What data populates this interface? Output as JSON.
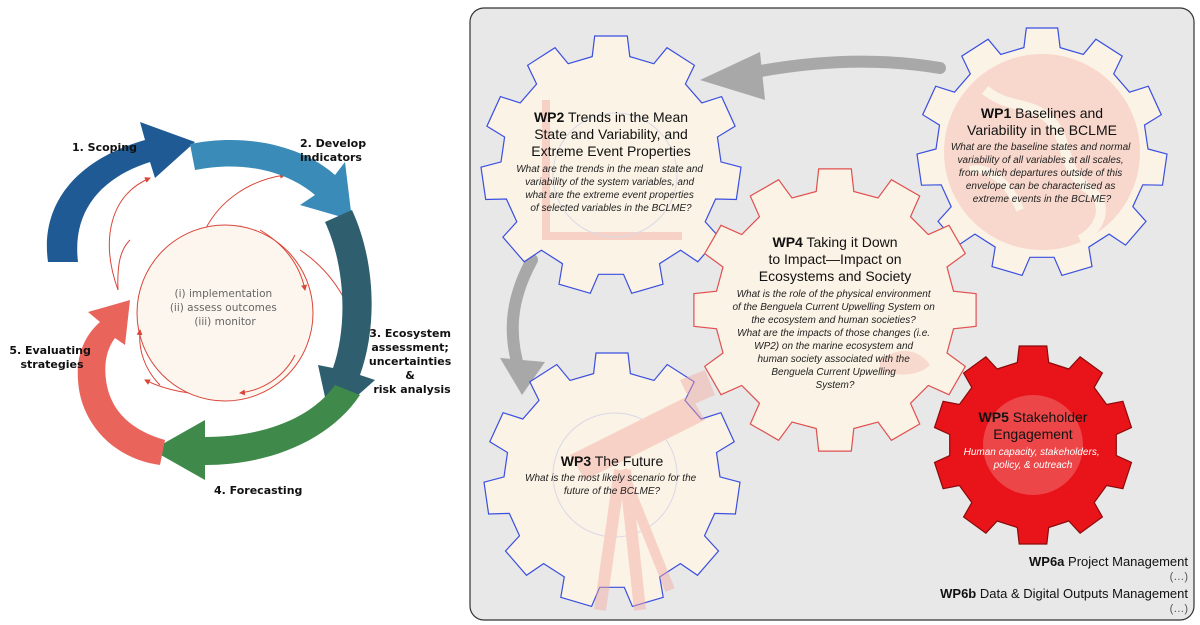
{
  "cycle": {
    "steps": [
      {
        "lines": [
          "1. Scoping"
        ]
      },
      {
        "lines": [
          "2. Develop",
          "indicators"
        ]
      },
      {
        "lines": [
          "3. Ecosystem",
          "assessment;",
          "uncertainties",
          "&",
          "risk analysis"
        ]
      },
      {
        "lines": [
          "4. Forecasting"
        ]
      },
      {
        "lines": [
          "5. Evaluating",
          "strategies"
        ]
      }
    ],
    "inner_lines": [
      "(i) implementation",
      "(ii) assess outcomes",
      "(iii) monitor"
    ],
    "colors": {
      "scoping": "#1f5a94",
      "indicators": "#3a8bb8",
      "assessment": "#2f5e6e",
      "forecasting": "#3f8a4a",
      "evaluating": "#e9655c",
      "inner_lines": "#d9463a"
    }
  },
  "work_packages": {
    "wp1": {
      "code": "WP1",
      "title_lines": [
        "Baselines and",
        "Variability in the BCLME"
      ],
      "question_lines": [
        "What are the baseline states and normal",
        "variability of all variables at all scales,",
        "from which departures outside of this",
        "envelope can be characterised as",
        "extreme events in the BCLME?"
      ]
    },
    "wp2": {
      "code": "WP2",
      "title_lines": [
        "Trends in the Mean",
        "State and Variability, and",
        "Extreme Event Properties"
      ],
      "question_lines": [
        "What are the trends in the mean state and",
        "variability of the system variables, and",
        "what are the extreme event properties",
        "of selected variables in the BCLME?"
      ]
    },
    "wp3": {
      "code": "WP3",
      "title": "The Future",
      "question_lines": [
        "What is the most likely scenario for the",
        "future of the BCLME?"
      ]
    },
    "wp4": {
      "code": "WP4",
      "title_lines": [
        "Taking it Down",
        "to Impact—Impact on",
        "Ecosystems and Society"
      ],
      "question_lines": [
        "What is the role of the physical environment",
        "of the Benguela Current Upwelling System on",
        "the ecosystem and human societies?",
        "What are the impacts of those changes (i.e.",
        "WP2) on the marine ecosystem and",
        "human society associated with the",
        "Benguela Current Upwelling",
        "System?"
      ]
    },
    "wp5": {
      "code": "WP5",
      "title_lines": [
        "Stakeholder",
        "Engagement"
      ],
      "question_lines": [
        "Human capacity, stakeholders,",
        "policy, & outreach"
      ]
    },
    "wp6a": {
      "code": "WP6a",
      "title": "Project Management",
      "ellipsis": "(…)"
    },
    "wp6b": {
      "code": "WP6b",
      "title": "Data & Digital Outputs Management",
      "ellipsis": "(…)"
    }
  },
  "colors": {
    "panel_bg": "#e8e8e8",
    "gear_fill": "#fbf3e6",
    "gear_stroke": "#3a4fe0",
    "wp4_stroke": "#e05050",
    "wp5_fill": "#e8141a",
    "faint_graphic": "#f4a8a0",
    "arrow_grey": "#a8a8a8"
  }
}
